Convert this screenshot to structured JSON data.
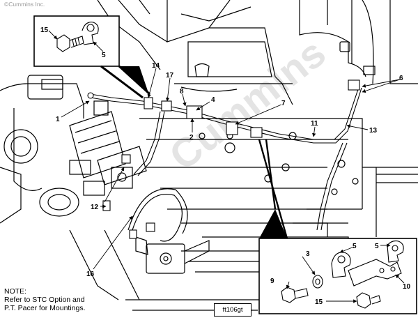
{
  "copyright": "©Cummins Inc.",
  "watermark": "Cummins",
  "figure_code": "ft106gt",
  "note": {
    "line1": "NOTE:",
    "line2": "Refer to STC Option and",
    "line3": "P.T. Pacer for Mountings."
  },
  "callouts": {
    "c1": "1",
    "c2": "2",
    "c3": "3",
    "c4": "4",
    "c5_top": "5",
    "c5_bottom_a": "5",
    "c5_bottom_b": "5",
    "c6": "6",
    "c7": "7",
    "c8": "8",
    "c9": "9",
    "c10": "10",
    "c11": "11",
    "c12": "12",
    "c13": "13",
    "c14": "14",
    "c15_top": "15",
    "c15_bottom": "15",
    "c16": "16",
    "c17": "17"
  }
}
